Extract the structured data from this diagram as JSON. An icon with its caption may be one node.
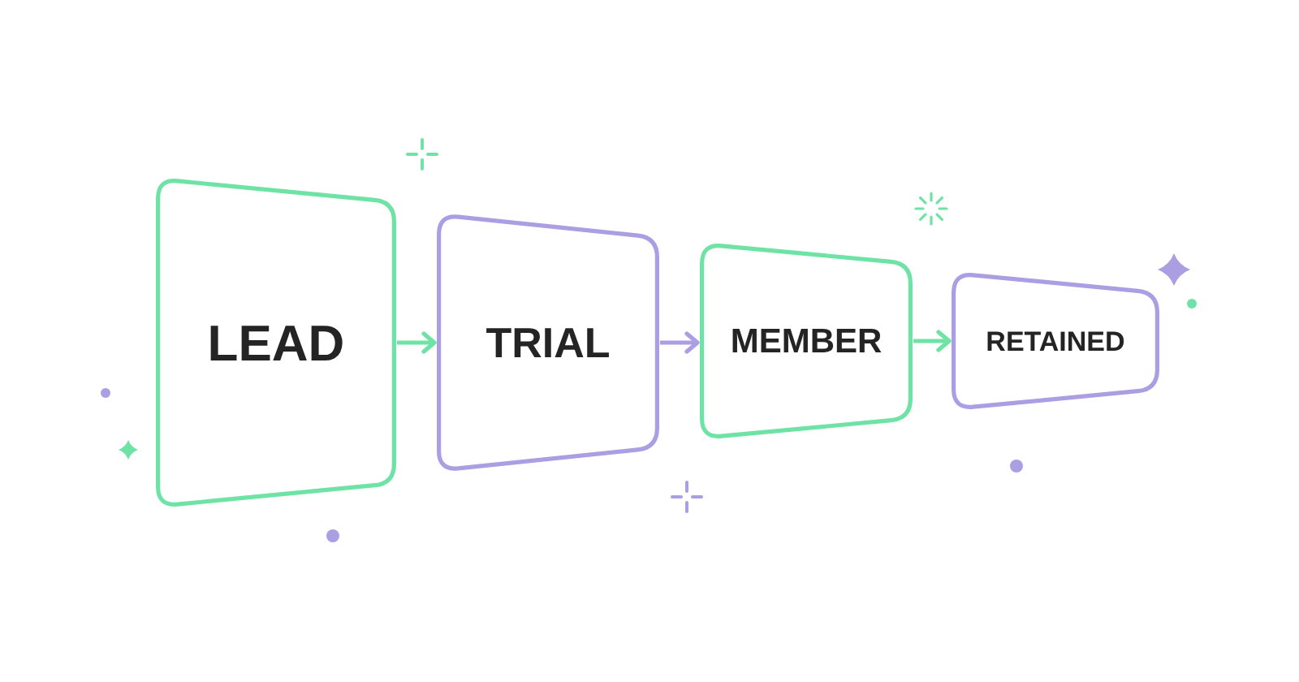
{
  "diagram": {
    "nodes": [
      {
        "text": [
          "LEAD"
        ]
      },
      {
        "text": [
          "TRIAL"
        ]
      },
      {
        "text": [
          "MEMBER"
        ]
      },
      {
        "text": [
          "RETAINED"
        ]
      }
    ],
    "edges": [
      {
        "from": 0,
        "to": 1,
        "arrow": "to"
      },
      {
        "from": 1,
        "to": 2,
        "arrow": "to",
        "color": "#ab9ee3"
      },
      {
        "from": 2,
        "to": 3,
        "arrow": "to"
      }
    ]
  }
}
